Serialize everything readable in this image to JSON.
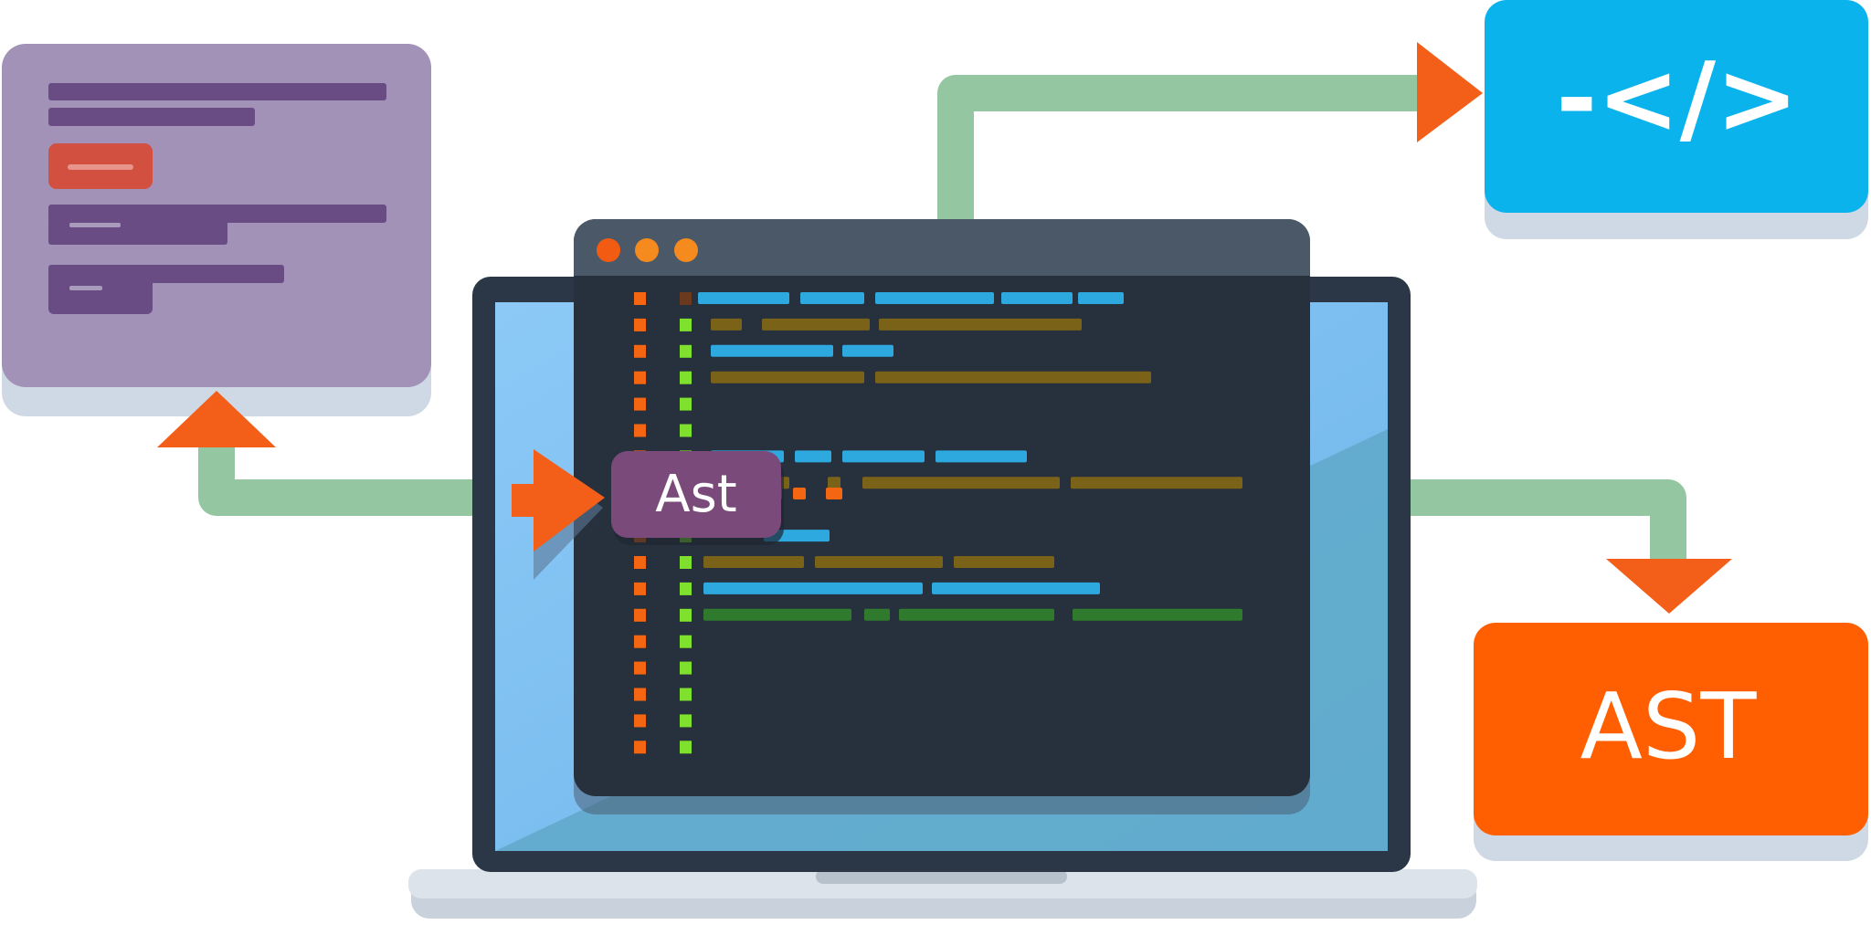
{
  "colors": {
    "connector_green": "#93c6a1",
    "arrow_orange": "#f35e19",
    "source_panel_purple": "#a392b7",
    "source_bar_purple": "#6a4c85",
    "source_button_red": "#d2503f",
    "code_panel_blue": "#0bb3ec",
    "output_panel_orange": "#ff5f00",
    "editor_body": "#26313d",
    "editor_titlebar": "#4b5868",
    "laptop_bezel": "#2b3746",
    "laptop_screen": "#86c6f6",
    "ast_badge_purple": "#7a4a7a",
    "gutter_orange": "#f56612",
    "gutter_green": "#7fe02d",
    "code_text_blue": "#2da9e0",
    "code_text_olive": "#7a6318"
  },
  "icons": {
    "code_panel_icon": "code-tag-icon",
    "window_controls": [
      "window-dot-icon",
      "window-dot-icon",
      "window-dot-icon"
    ]
  },
  "labels": {
    "code_panel_symbol": "-</>",
    "editor_badge": "Ast",
    "output_panel": "AST"
  },
  "editor": {
    "code_lines": [
      {
        "row": 1,
        "marker_left": "orange",
        "marker_right": "brown",
        "tone": "blue"
      },
      {
        "row": 2,
        "marker_left": "orange",
        "marker_right": "green",
        "tone": "olive"
      },
      {
        "row": 3,
        "marker_left": "orange",
        "marker_right": "green",
        "tone": "blue"
      },
      {
        "row": 4,
        "marker_left": "orange",
        "marker_right": "green",
        "tone": "olive"
      },
      {
        "row": 5,
        "marker_left": "orange",
        "marker_right": "green",
        "tone": "none"
      },
      {
        "row": 6,
        "marker_left": "orange",
        "marker_right": "green",
        "tone": "none"
      },
      {
        "row": 7,
        "marker_left": "orange",
        "marker_right": "green",
        "tone": "blue"
      },
      {
        "row": 8,
        "marker_left": "orange",
        "marker_right": "green",
        "tone": "olive"
      },
      {
        "row": 9,
        "marker_left": "orange",
        "marker_right": "green",
        "tone": "none"
      },
      {
        "row": 10,
        "marker_left": "orange",
        "marker_right": "green",
        "tone": "blue"
      },
      {
        "row": 11,
        "marker_left": "orange",
        "marker_right": "green",
        "tone": "olive"
      },
      {
        "row": 12,
        "marker_left": "orange",
        "marker_right": "green",
        "tone": "blue"
      },
      {
        "row": 13,
        "marker_left": "orange",
        "marker_right": "green",
        "tone": "green-olive"
      },
      {
        "row": 14,
        "marker_left": "orange",
        "marker_right": "green",
        "tone": "none"
      },
      {
        "row": 15,
        "marker_left": "orange",
        "marker_right": "green",
        "tone": "none"
      },
      {
        "row": 16,
        "marker_left": "orange",
        "marker_right": "green",
        "tone": "none"
      },
      {
        "row": 17,
        "marker_left": "orange",
        "marker_right": "green",
        "tone": "none"
      },
      {
        "row": 18,
        "marker_left": "orange",
        "marker_right": "green",
        "tone": "none"
      }
    ]
  }
}
